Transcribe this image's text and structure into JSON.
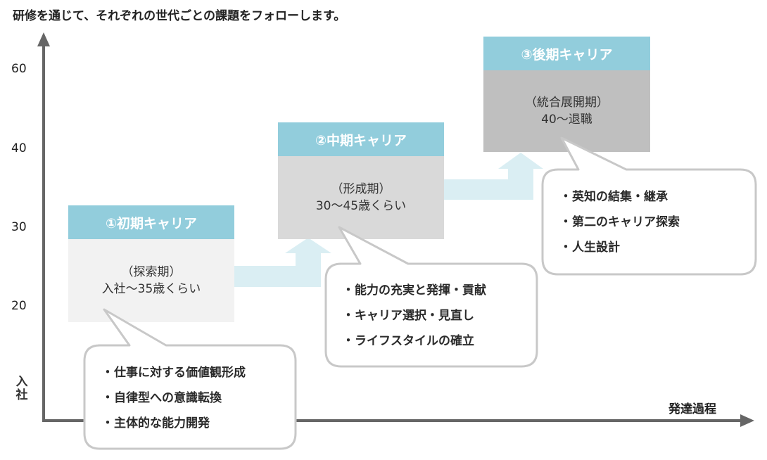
{
  "intro": "研修を通じて、それぞれの世代ごとの課題をフォローします。",
  "axis": {
    "y_ticks": [
      "60",
      "40",
      "30",
      "20"
    ],
    "y_label": "入社",
    "x_label": "発達過程"
  },
  "stages": [
    {
      "title": "①初期キャリア",
      "period": "（探索期）",
      "age": "入社〜35歳くらい",
      "tasks": [
        "仕事に対する価値観形成",
        "自律型への意識転換",
        "主体的な能力開発"
      ]
    },
    {
      "title": "②中期キャリア",
      "period": "（形成期）",
      "age": "30〜45歳くらい",
      "tasks": [
        "能力の充実と発揮・貢献",
        "キャリア選択・見直し",
        "ライフスタイルの確立"
      ]
    },
    {
      "title": "③後期キャリア",
      "period": "（統合展開期）",
      "age": "40〜退職",
      "tasks": [
        "英知の結集・継承",
        "第二のキャリア探索",
        "人生設計"
      ]
    }
  ],
  "bullet": "・",
  "colors": {
    "header": "#92cddc",
    "stage1_body": "#f2f2f2",
    "stage2_body": "#d9d9d9",
    "stage3_body": "#bfbfbf",
    "arrow": "#daeef3",
    "axis": "#666666",
    "bubble_border": "#c8c8c8"
  }
}
